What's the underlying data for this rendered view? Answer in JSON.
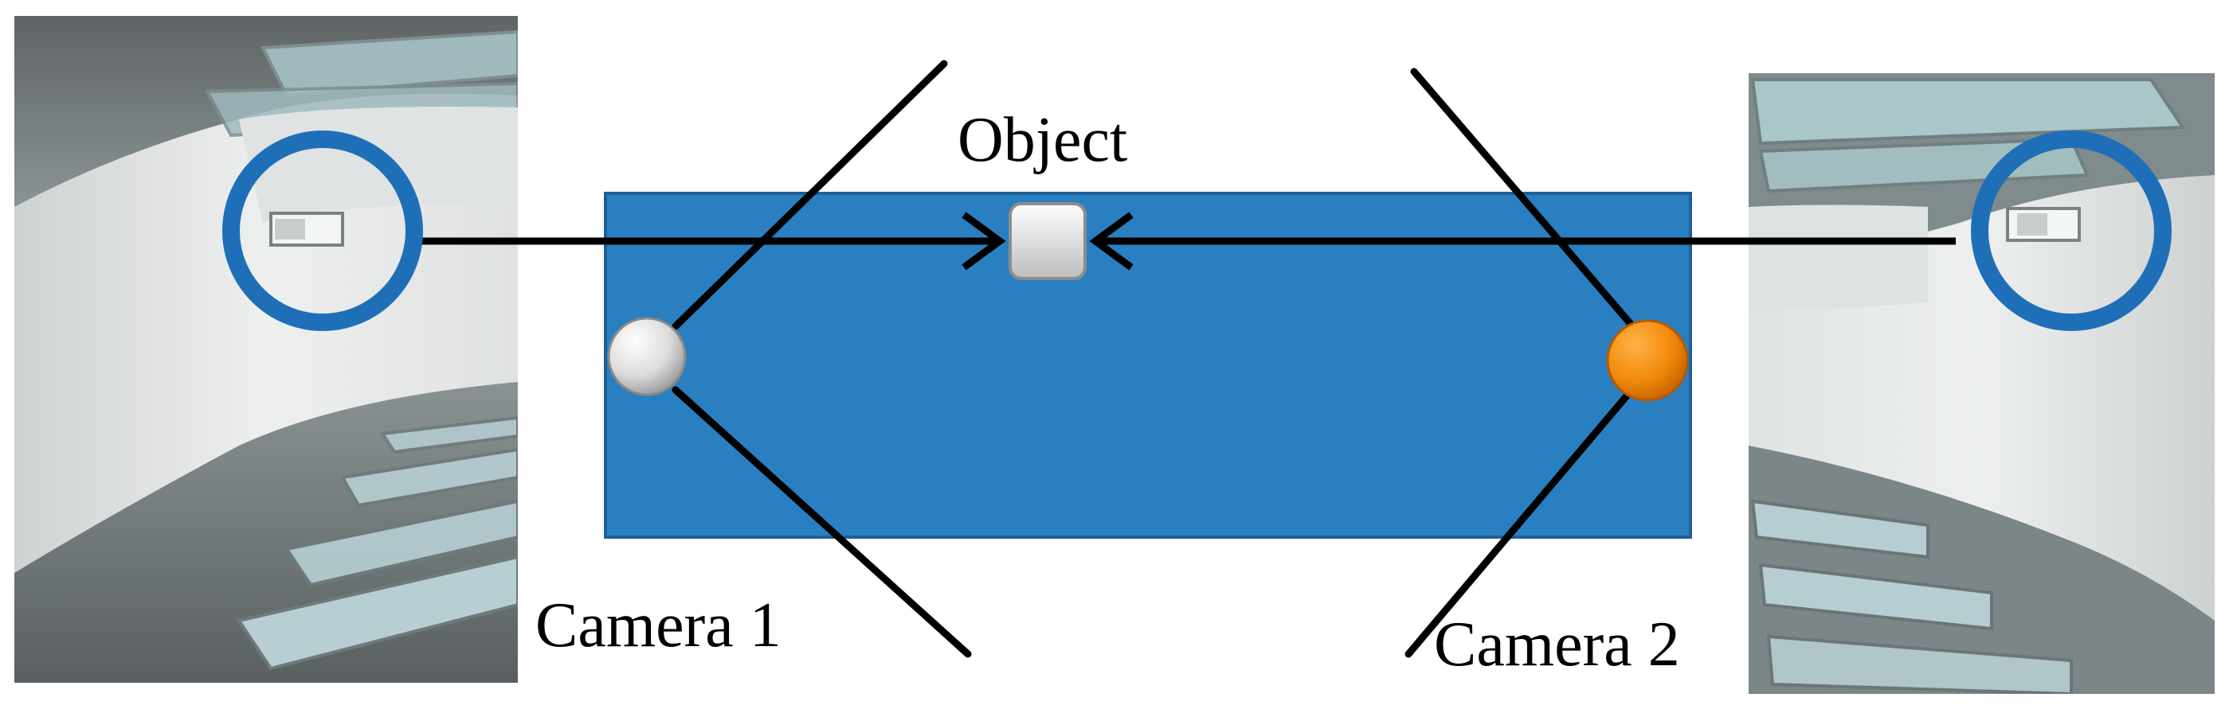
{
  "labels": {
    "object": "Object",
    "camera1": "Camera 1",
    "camera2": "Camera 2"
  },
  "colors": {
    "floor_plan": "#2a7fc1",
    "floor_plan_border": "#1f5f96",
    "camera1_marker": "#d8d8d8",
    "camera2_marker": "#f28a0c",
    "object_marker": "#e4e4e4",
    "detection_ring": "#1f6fb8",
    "lines": "#000000"
  },
  "images": {
    "left": "fisheye-corridor-view-camera-1",
    "right": "fisheye-corridor-view-camera-2"
  },
  "icons": {
    "camera1": "circle-marker",
    "camera2": "circle-marker",
    "object": "square-marker",
    "detection": "ring"
  }
}
